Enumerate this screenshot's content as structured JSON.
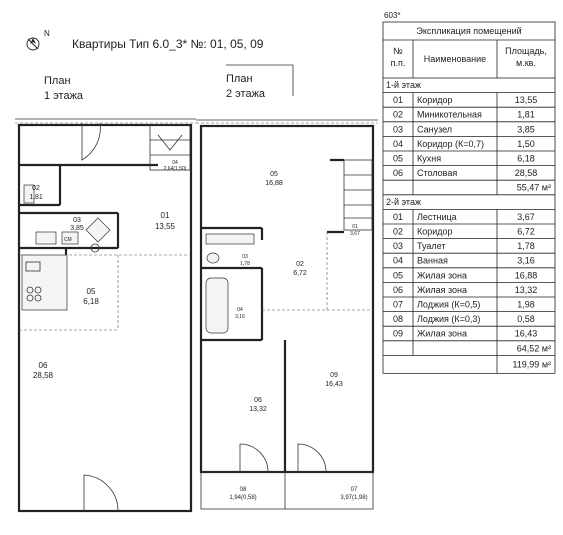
{
  "sheet_code": "603*",
  "title": "Квартиры Тип 6.0_3* №: 01, 05, 09",
  "north_label": "N",
  "plan1": {
    "label_line1": "План",
    "label_line2": "1 этажа",
    "rooms": [
      {
        "num": "02",
        "area": "1,81"
      },
      {
        "num": "03",
        "area": "3,85"
      },
      {
        "num": "01",
        "area": "13,55"
      },
      {
        "num": "05",
        "area": "6,18"
      },
      {
        "num": "06",
        "area": "28,58"
      },
      {
        "num": "04",
        "area": "2,64(1,50)"
      }
    ],
    "fixture_label": "СМ"
  },
  "plan2": {
    "label_line1": "План",
    "label_line2": "2 этажа",
    "rooms": [
      {
        "num": "05",
        "area": "16,88"
      },
      {
        "num": "01",
        "area": "3,67"
      },
      {
        "num": "02",
        "area": "6,72"
      },
      {
        "num": "03",
        "area": "1,78"
      },
      {
        "num": "04",
        "area": "3,16"
      },
      {
        "num": "06",
        "area": "13,32"
      },
      {
        "num": "09",
        "area": "16,43"
      },
      {
        "num": "08",
        "area": "1,94(0,58)"
      },
      {
        "num": "07",
        "area": "3,97(1,98)"
      }
    ]
  },
  "table": {
    "caption": "Экспликация помещений",
    "headers": {
      "num_line1": "№",
      "num_line2": "п.п.",
      "name": "Наименование",
      "area_line1": "Площадь,",
      "area_line2": "м.кв."
    },
    "sections": [
      {
        "title": "1-й этаж",
        "rows": [
          {
            "num": "01",
            "name": "Коридор",
            "area": "13,55"
          },
          {
            "num": "02",
            "name": "Миникотельная",
            "area": "1,81"
          },
          {
            "num": "03",
            "name": "Санузел",
            "area": "3,85"
          },
          {
            "num": "04",
            "name": "Коридор (К=0,7)",
            "area": "1,50"
          },
          {
            "num": "05",
            "name": "Кухня",
            "area": "6,18"
          },
          {
            "num": "06",
            "name": "Столовая",
            "area": "28,58"
          }
        ],
        "total": "55,47 м²"
      },
      {
        "title": "2-й этаж",
        "rows": [
          {
            "num": "01",
            "name": "Лестница",
            "area": "3,67"
          },
          {
            "num": "02",
            "name": "Коридор",
            "area": "6,72"
          },
          {
            "num": "03",
            "name": "Туалет",
            "area": "1,78"
          },
          {
            "num": "04",
            "name": "Ванная",
            "area": "3,16"
          },
          {
            "num": "05",
            "name": "Жилая зона",
            "area": "16,88"
          },
          {
            "num": "06",
            "name": "Жилая зона",
            "area": "13,32"
          },
          {
            "num": "07",
            "name": "Лоджия (К=0,5)",
            "area": "1,98"
          },
          {
            "num": "08",
            "name": "Лоджия (К=0,3)",
            "area": "0,58"
          },
          {
            "num": "09",
            "name": "Жилая зона",
            "area": "16,43"
          }
        ],
        "total": "64,52 м²"
      }
    ],
    "grand_total": "119,99 м²"
  }
}
